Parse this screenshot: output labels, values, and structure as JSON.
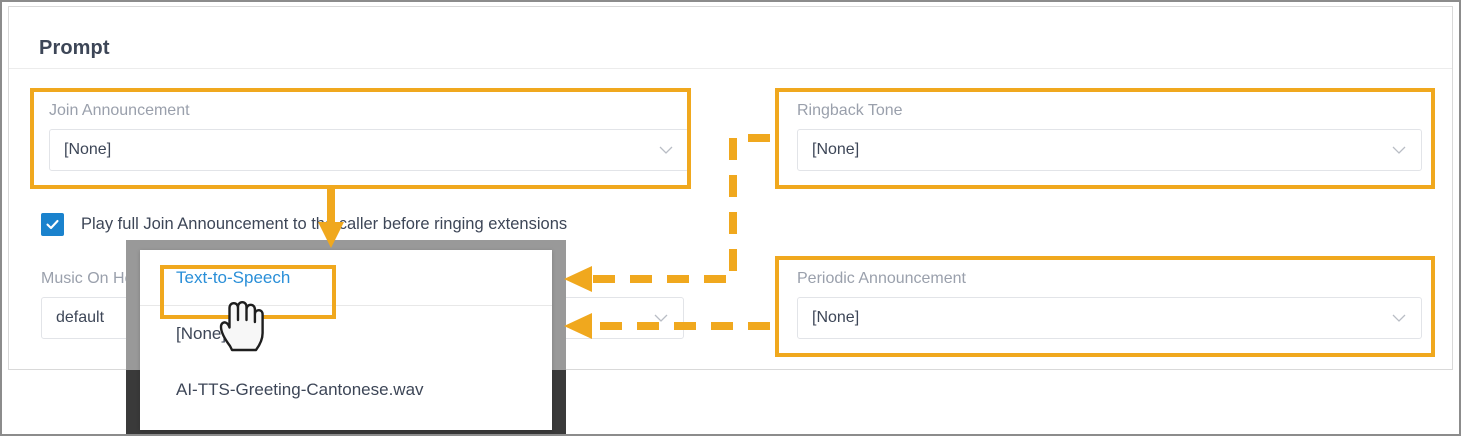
{
  "card": {
    "title": "Prompt"
  },
  "fields": {
    "join_announcement": {
      "label": "Join Announcement",
      "value": "[None]",
      "chevron_icon": "chevron-down-icon"
    },
    "ringback_tone": {
      "label": "Ringback Tone",
      "value": "[None]",
      "chevron_icon": "chevron-down-icon"
    },
    "music_on_hold": {
      "label": "Music On Hold",
      "value": "default",
      "chevron_icon": "chevron-down-icon"
    },
    "periodic_announcement": {
      "label": "Periodic Announcement",
      "value": "[None]",
      "chevron_icon": "chevron-down-icon"
    }
  },
  "checkbox": {
    "checked": true,
    "check_icon": "checkmark-icon",
    "label": "Play full Join Announcement to the caller before ringing extensions"
  },
  "dropdown_popup": {
    "options": [
      {
        "label": "Text-to-Speech",
        "highlighted": true
      },
      {
        "label": "[None]",
        "highlighted": false
      },
      {
        "label": "AI-TTS-Greeting-Cantonese.wav",
        "highlighted": false
      }
    ]
  },
  "cursor": {
    "icon": "pointing-hand-cursor"
  },
  "annotations": {
    "highlight_color": "#f0a81e",
    "accent_color": "#1a82cd",
    "label_color": "#9aa0ac",
    "text_color": "#3d4657",
    "arrows": [
      {
        "name": "join-announcement-to-dropdown",
        "style": "solid",
        "direction": "down"
      },
      {
        "name": "ringback-tone-to-dropdown",
        "style": "dashed",
        "direction": "left"
      },
      {
        "name": "periodic-announcement-to-dropdown",
        "style": "dashed",
        "direction": "left"
      }
    ]
  }
}
